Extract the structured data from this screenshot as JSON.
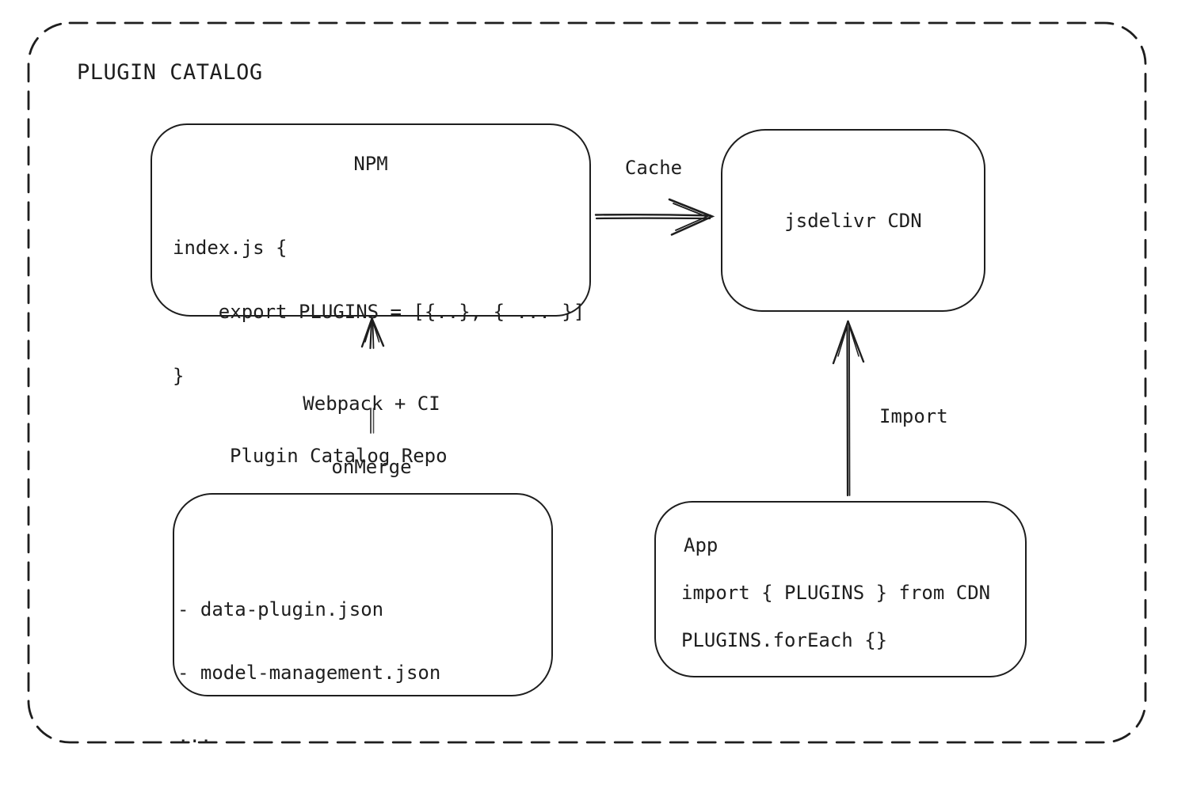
{
  "diagram": {
    "title": "PLUGIN CATALOG",
    "nodes": {
      "npm": {
        "title": "NPM",
        "code": [
          "index.js {",
          "    export PLUGINS = [{..}, { ... }]",
          "}"
        ]
      },
      "cdn": {
        "label": "jsdelivr CDN"
      },
      "repo": {
        "title": "Plugin Catalog Repo",
        "items": [
          "- data-plugin.json",
          "- model-management.json",
          "..."
        ]
      },
      "app": {
        "title": "App",
        "code": [
          "import { PLUGINS } from CDN",
          "PLUGINS.forEach {}"
        ]
      }
    },
    "edges": {
      "cache": {
        "label": "Cache"
      },
      "build": {
        "label_line1": "Webpack + CI",
        "label_line2": "onMerge"
      },
      "import": {
        "label": "Import"
      }
    },
    "colors": {
      "stroke": "#1e1e1e",
      "background": "#ffffff"
    }
  }
}
